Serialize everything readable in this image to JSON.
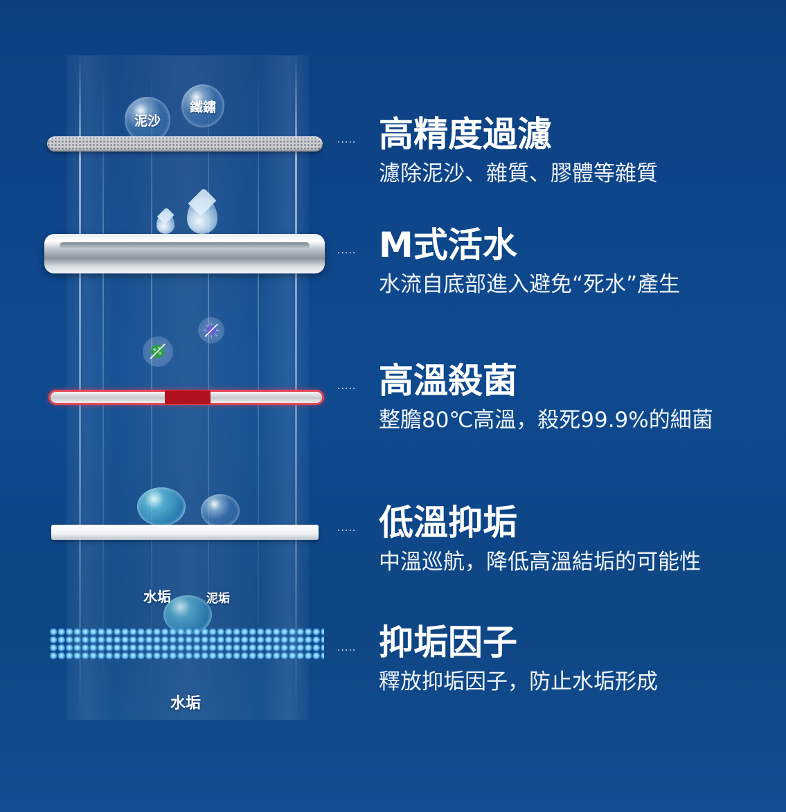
{
  "colors": {
    "background": "#0f4a8f",
    "text": "#ffffff",
    "heat_accent": "#b0121f",
    "bead": "#2f86cc"
  },
  "illustration": {
    "labels": {
      "sand_bubble": "泥沙",
      "rust_bubble": "鐵鏽",
      "scale_label": "水垢",
      "sludge_label": "泥垢",
      "bottom_scale_label": "水垢"
    }
  },
  "features": [
    {
      "icon": "mesh-filter",
      "dots": "·····",
      "title": "高精度過濾",
      "desc": "濾除泥沙、雜質、膠體等雜質"
    },
    {
      "icon": "water-tray",
      "dots": "·····",
      "title": "M式活水",
      "desc": "水流自底部進入避免“死水”產生"
    },
    {
      "icon": "heating-plate",
      "dots": "·····",
      "title": "高溫殺菌",
      "desc": "整膽80℃高溫，殺死99.9%的細菌"
    },
    {
      "icon": "scale-plate",
      "dots": "·····",
      "title": "低溫抑垢",
      "desc": "中溫巡航，降低高溫結垢的可能性"
    },
    {
      "icon": "bead-layer",
      "dots": "·····",
      "title": "抑垢因子",
      "desc": "釋放抑垢因子，防止水垢形成"
    }
  ]
}
